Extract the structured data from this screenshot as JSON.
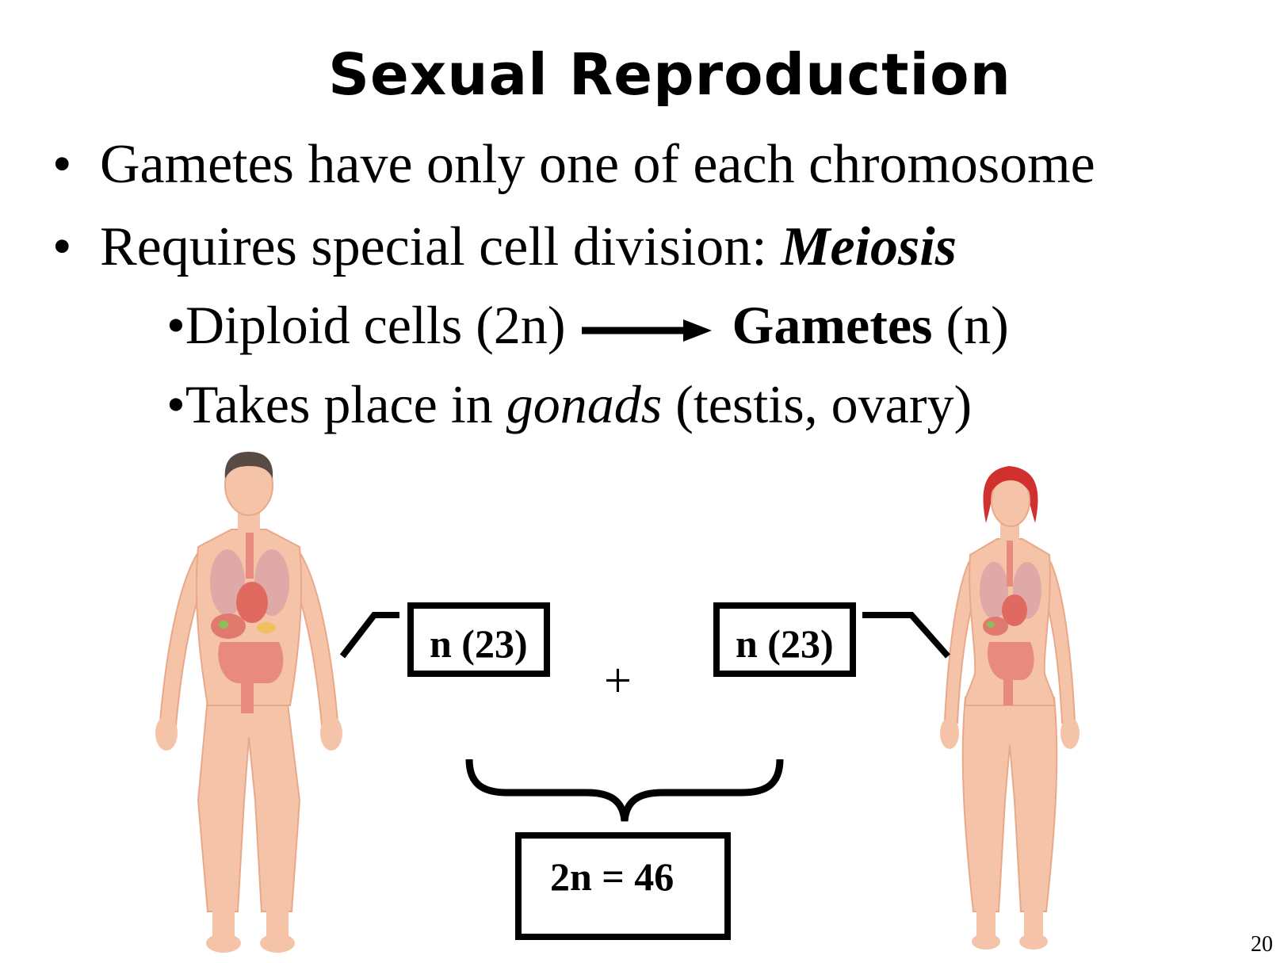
{
  "slide": {
    "title": "Sexual Reproduction",
    "bullets": [
      {
        "text": "Gametes have only one of each chromosome"
      },
      {
        "text": "Requires special cell division:  ",
        "emphasis": "Meiosis"
      }
    ],
    "sub_bullets": {
      "diploid": {
        "text": "Diploid cells (2n)",
        "result_bold": "Gametes",
        "result_rest": " (n)"
      },
      "gonads": {
        "prefix": "Takes place in ",
        "italic": "gonads",
        "suffix": " (testis, ovary)"
      }
    },
    "bullet_glyph": "•",
    "sub_bullet_glyph": "•",
    "diagram": {
      "left_label": "n (23)",
      "right_label": "n (23)",
      "plus": "+",
      "result_label": "2n = 46"
    },
    "page_number": "20"
  },
  "colors": {
    "skin": "#f5c3a8",
    "skin_dark": "#e9a88a",
    "organs": "#e88a80",
    "male_hair": "#5a4a46",
    "female_hair": "#d0312f"
  }
}
